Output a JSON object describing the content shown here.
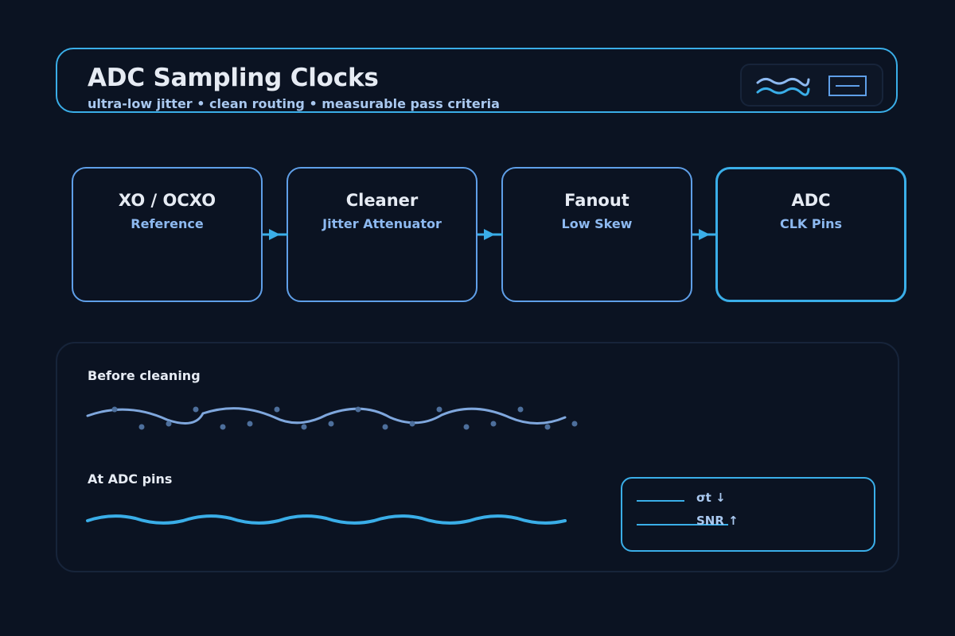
{
  "header": {
    "title": "ADC Sampling Clocks",
    "subtitle": "ultra-low jitter • clean routing • measurable pass criteria",
    "icons": [
      "wave-icon",
      "rectangle-icon"
    ]
  },
  "pipeline": {
    "stages": [
      {
        "title": "XO / OCXO",
        "subtitle": "Reference"
      },
      {
        "title": "Cleaner",
        "subtitle": "Jitter Attenuator"
      },
      {
        "title": "Fanout",
        "subtitle": "Low Skew"
      },
      {
        "title": "ADC",
        "subtitle": "CLK Pins"
      }
    ],
    "connector_icon": "arrow-right-icon"
  },
  "waveforms": {
    "before": {
      "label": "Before cleaning"
    },
    "after": {
      "label": "At ADC pins"
    }
  },
  "legend": {
    "items": [
      {
        "label": "σt ↓"
      },
      {
        "label": "SNR ↑"
      }
    ]
  },
  "colors": {
    "background": "#0b1322",
    "accent": "#3aaee8",
    "stage_border": "#5f9fe8",
    "subtle_wave": "#7fa7dd",
    "dots": "#4d6f9c",
    "label_blue": "#8db9f0"
  }
}
